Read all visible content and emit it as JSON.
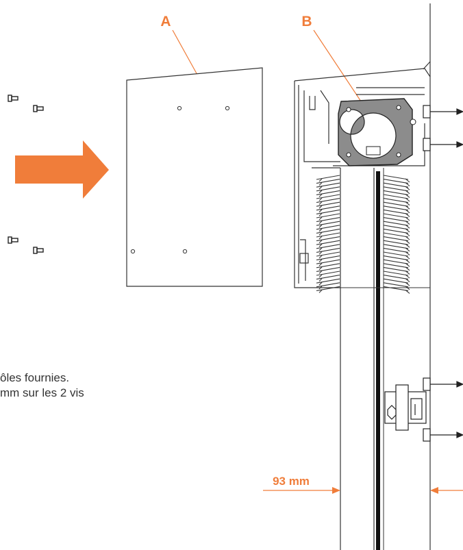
{
  "labels": {
    "a": "A",
    "b": "B"
  },
  "instructions": {
    "line1": "ôles fournies.",
    "line2": "mm sur les 2 vis"
  },
  "dimension": {
    "label": "93 mm"
  },
  "colors": {
    "accent": "#f07d3a",
    "line": "#333333",
    "bracket_fill": "#8c8c8c"
  }
}
